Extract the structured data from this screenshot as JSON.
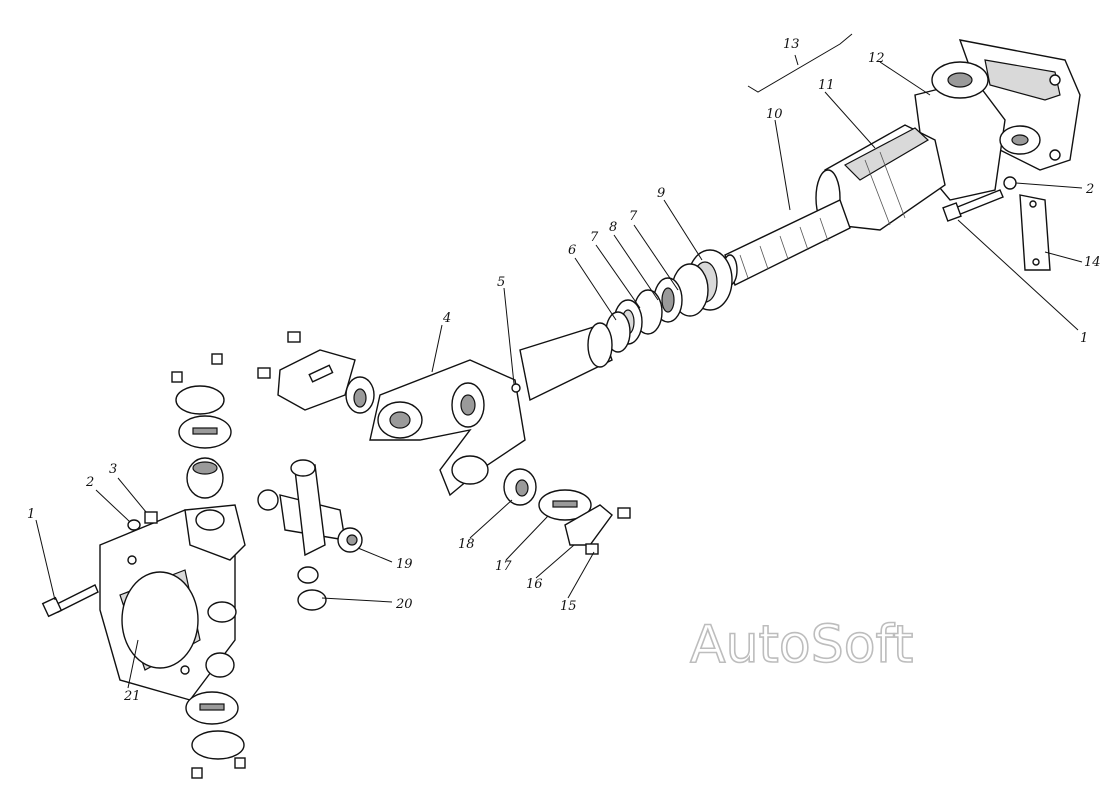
{
  "watermark": "AutoSoft",
  "callouts": {
    "c1a": "1",
    "c2a": "2",
    "c3": "3",
    "c1b": "1",
    "c2b": "2",
    "c4": "4",
    "c5": "5",
    "c6": "6",
    "c7a": "7",
    "c7b": "7",
    "c8": "8",
    "c9": "9",
    "c10": "10",
    "c11": "11",
    "c12": "12",
    "c13": "13",
    "c14": "14",
    "c15": "15",
    "c16": "16",
    "c17": "17",
    "c18": "18",
    "c19": "19",
    "c20": "20",
    "c21": "21"
  }
}
